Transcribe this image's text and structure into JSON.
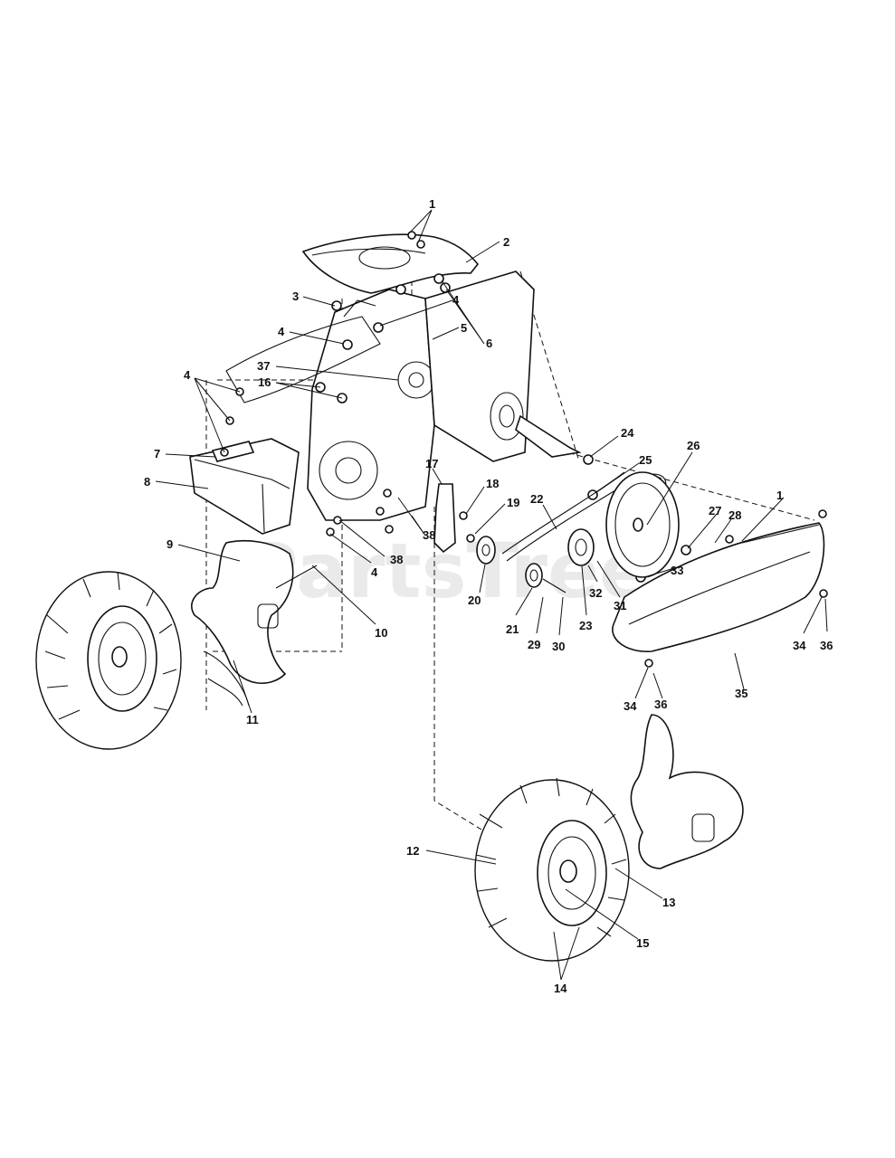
{
  "watermark": "PartsTree",
  "colors": {
    "line": "#111111",
    "background": "#ffffff",
    "watermark": "#d9d9d9"
  },
  "callouts": [
    {
      "id": "c1a",
      "label": "1"
    },
    {
      "id": "c2",
      "label": "2"
    },
    {
      "id": "c3",
      "label": "3"
    },
    {
      "id": "c4a",
      "label": "4"
    },
    {
      "id": "c4b",
      "label": "4"
    },
    {
      "id": "c5",
      "label": "5"
    },
    {
      "id": "c6",
      "label": "6"
    },
    {
      "id": "c37",
      "label": "37"
    },
    {
      "id": "c16",
      "label": "16"
    },
    {
      "id": "c4c",
      "label": "4"
    },
    {
      "id": "c7",
      "label": "7"
    },
    {
      "id": "c8",
      "label": "8"
    },
    {
      "id": "c24",
      "label": "24"
    },
    {
      "id": "c25",
      "label": "25"
    },
    {
      "id": "c26",
      "label": "26"
    },
    {
      "id": "c17",
      "label": "17"
    },
    {
      "id": "c18",
      "label": "18"
    },
    {
      "id": "c19",
      "label": "19"
    },
    {
      "id": "c22",
      "label": "22"
    },
    {
      "id": "c1b",
      "label": "1"
    },
    {
      "id": "c27",
      "label": "27"
    },
    {
      "id": "c28",
      "label": "28"
    },
    {
      "id": "c9",
      "label": "9"
    },
    {
      "id": "c38a",
      "label": "38"
    },
    {
      "id": "c38b",
      "label": "38"
    },
    {
      "id": "c4d",
      "label": "4"
    },
    {
      "id": "c20",
      "label": "20"
    },
    {
      "id": "c33",
      "label": "33"
    },
    {
      "id": "c32",
      "label": "32"
    },
    {
      "id": "c31",
      "label": "31"
    },
    {
      "id": "c10",
      "label": "10"
    },
    {
      "id": "c21",
      "label": "21"
    },
    {
      "id": "c23",
      "label": "23"
    },
    {
      "id": "c29",
      "label": "29"
    },
    {
      "id": "c30",
      "label": "30"
    },
    {
      "id": "c34a",
      "label": "34"
    },
    {
      "id": "c36a",
      "label": "36"
    },
    {
      "id": "c11",
      "label": "11"
    },
    {
      "id": "c35",
      "label": "35"
    },
    {
      "id": "c34b",
      "label": "34"
    },
    {
      "id": "c36b",
      "label": "36"
    },
    {
      "id": "c12",
      "label": "12"
    },
    {
      "id": "c13",
      "label": "13"
    },
    {
      "id": "c15",
      "label": "15"
    },
    {
      "id": "c14",
      "label": "14"
    }
  ]
}
